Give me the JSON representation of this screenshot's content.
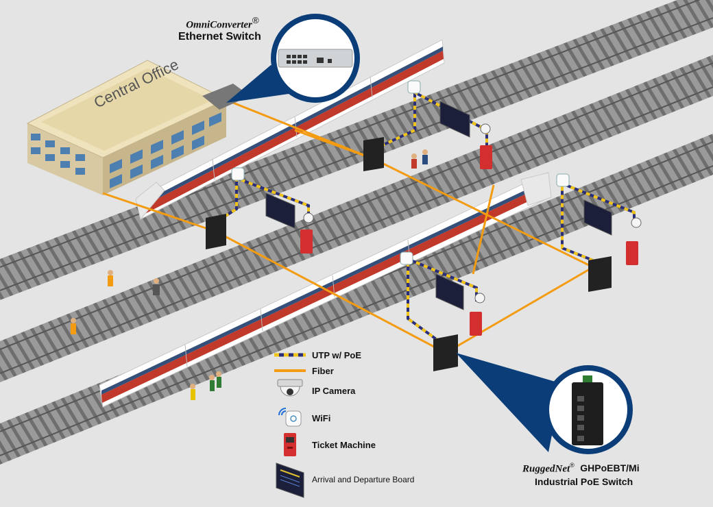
{
  "callouts": {
    "top": {
      "brand": "OmniConverter",
      "mark": "®",
      "product": "Ethernet Switch"
    },
    "bottom": {
      "brand": "RuggedNet",
      "mark": "®",
      "model": "GHPoEBT/Mi",
      "product": "Industrial PoE Switch"
    }
  },
  "building": {
    "label": "Central Office"
  },
  "legend": {
    "utp": "UTP w/ PoE",
    "fiber": "Fiber",
    "camera": "IP Camera",
    "wifi": "WiFi",
    "ticket": "Ticket Machine",
    "board": "Arrival and Departure Board"
  },
  "colors": {
    "fiber": "#f39c12",
    "utp_a": "#2b2f7a",
    "utp_b": "#f0c419",
    "callout": "#0b3d78",
    "ticket": "#d32f2f",
    "switch": "#222222"
  }
}
